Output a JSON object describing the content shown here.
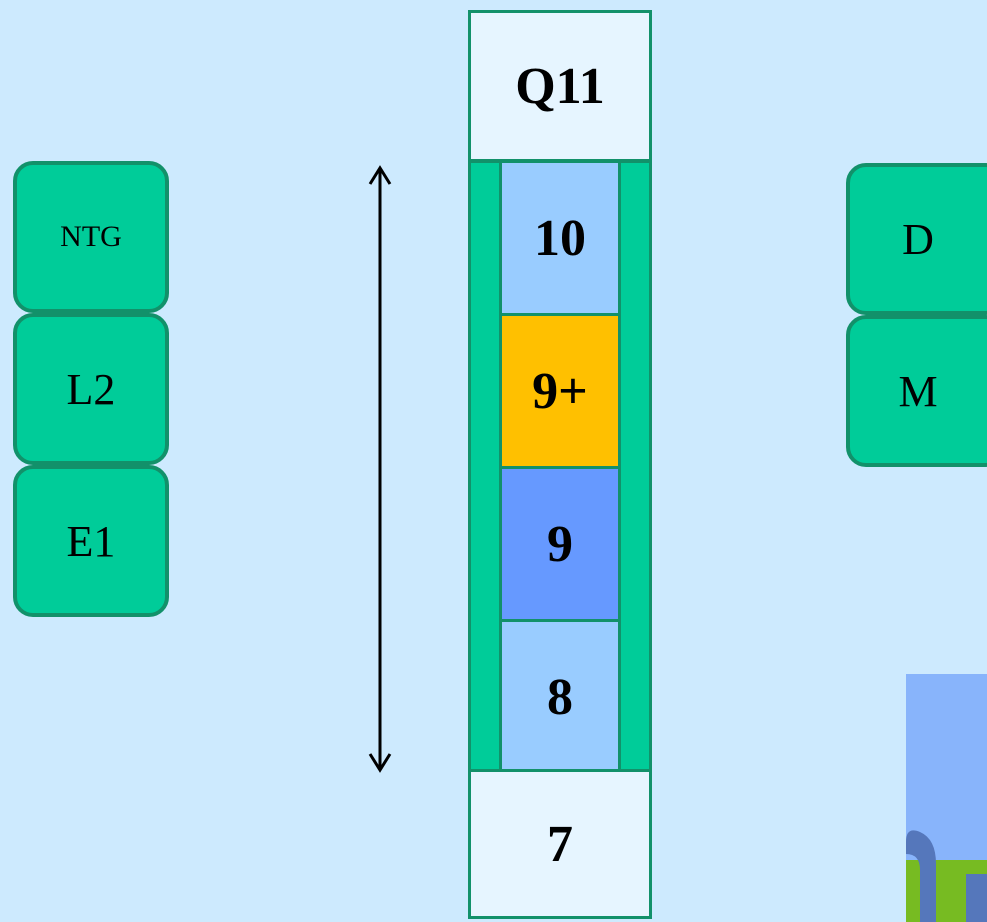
{
  "left_tags": [
    "NTG",
    "L2",
    "E1"
  ],
  "right_tags": [
    "D",
    "M"
  ],
  "column": {
    "top": "Q11",
    "levels": [
      {
        "label": "10",
        "color": "#99ccff"
      },
      {
        "label": "9+",
        "color": "#ffc000"
      },
      {
        "label": "9",
        "color": "#6699ff"
      },
      {
        "label": "8",
        "color": "#99ccff"
      }
    ],
    "bottom": "7"
  },
  "colors": {
    "background": "#cdeafe",
    "tag_fill": "#00cc99",
    "tag_border": "#12916a",
    "end_cell": "#e6f5ff"
  },
  "arrow_icon": "double-headed-vertical-arrow",
  "corner_image_icon": "landscape-thumbnail"
}
